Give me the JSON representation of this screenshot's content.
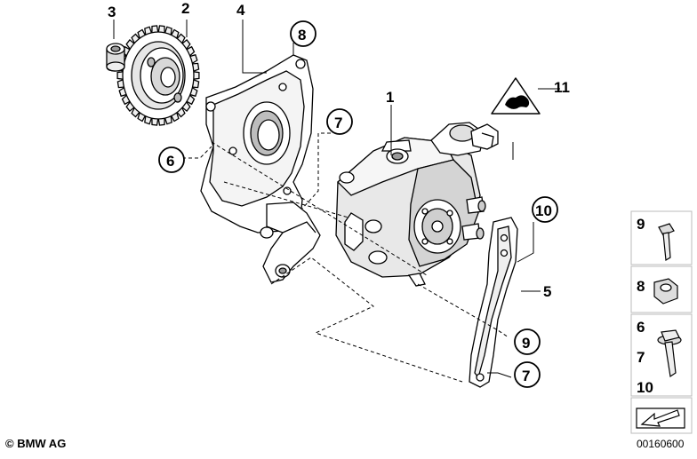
{
  "callouts": [
    {
      "id": "c3",
      "text": "3"
    },
    {
      "id": "c2",
      "text": "2"
    },
    {
      "id": "c4",
      "text": "4"
    },
    {
      "id": "c8",
      "text": "8"
    },
    {
      "id": "c1",
      "text": "1"
    },
    {
      "id": "c11",
      "text": "11"
    },
    {
      "id": "c7a",
      "text": "7"
    },
    {
      "id": "c6",
      "text": "6"
    },
    {
      "id": "c10",
      "text": "10"
    },
    {
      "id": "c5",
      "text": "5"
    },
    {
      "id": "c9",
      "text": "9"
    },
    {
      "id": "c7b",
      "text": "7"
    }
  ],
  "sidebar": {
    "box1": [
      "9"
    ],
    "box2": [
      "8"
    ],
    "box3": [
      "6",
      "7",
      "10"
    ]
  },
  "footer": {
    "copyright": "© BMW AG",
    "doc_number": "00160600"
  }
}
